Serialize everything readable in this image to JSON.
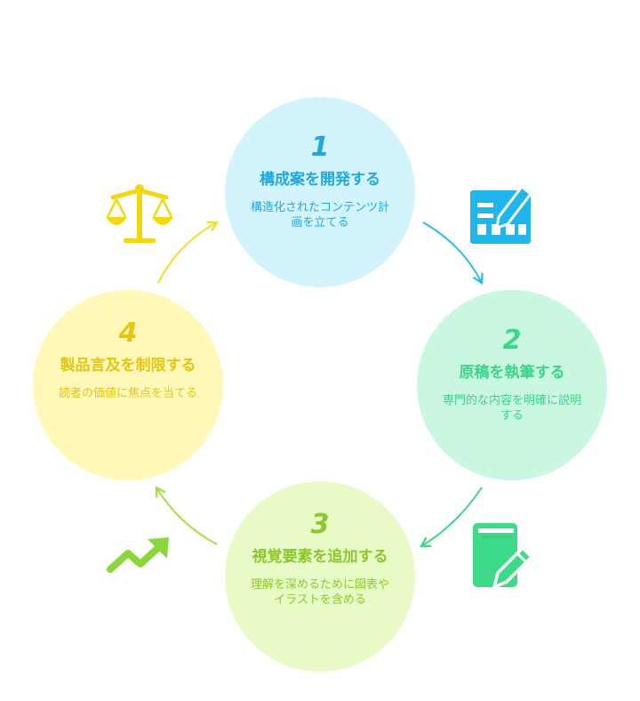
{
  "steps": [
    {
      "number": "1",
      "title": "構成案を開発する",
      "description": "構造化されたコンテンツ計画を立てる",
      "color": "#21a9de",
      "bg": "#d3f3fd",
      "icon": "document-edit-icon"
    },
    {
      "number": "2",
      "title": "原稿を執筆する",
      "description": "専門的な内容を明確に説明する",
      "color": "#3dd488",
      "bg": "#c9f7e0",
      "icon": "notebook-pencil-icon"
    },
    {
      "number": "3",
      "title": "視覚要素を追加する",
      "description": "理解を深めるために図表やイラストを含める",
      "color": "#8bc72e",
      "bg": "#e8fbc6",
      "icon": "trend-up-icon"
    },
    {
      "number": "4",
      "title": "製品言及を制限する",
      "description": "読者の価値に焦点を当てる",
      "color": "#e3c512",
      "bg": "#fff8b8",
      "icon": "balance-scale-icon"
    }
  ]
}
